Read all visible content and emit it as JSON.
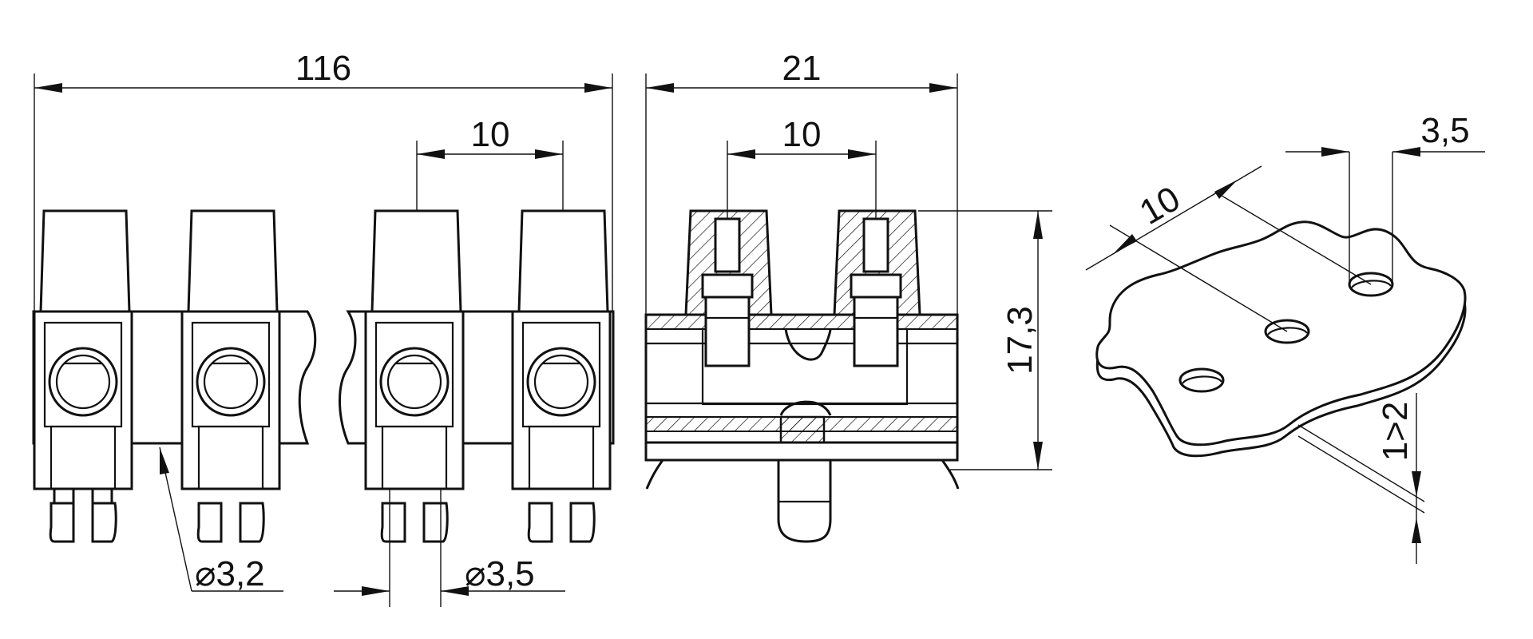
{
  "dimensions": {
    "overall_length": "116",
    "pitch_front": "10",
    "overall_width": "21",
    "pitch_side": "10",
    "height": "17,3",
    "hole_offset": "3,5",
    "pitch_plate": "10",
    "plate_gap": "1>2",
    "hole_dia_small": "⌀3,2",
    "hole_dia_large": "⌀3,5"
  }
}
